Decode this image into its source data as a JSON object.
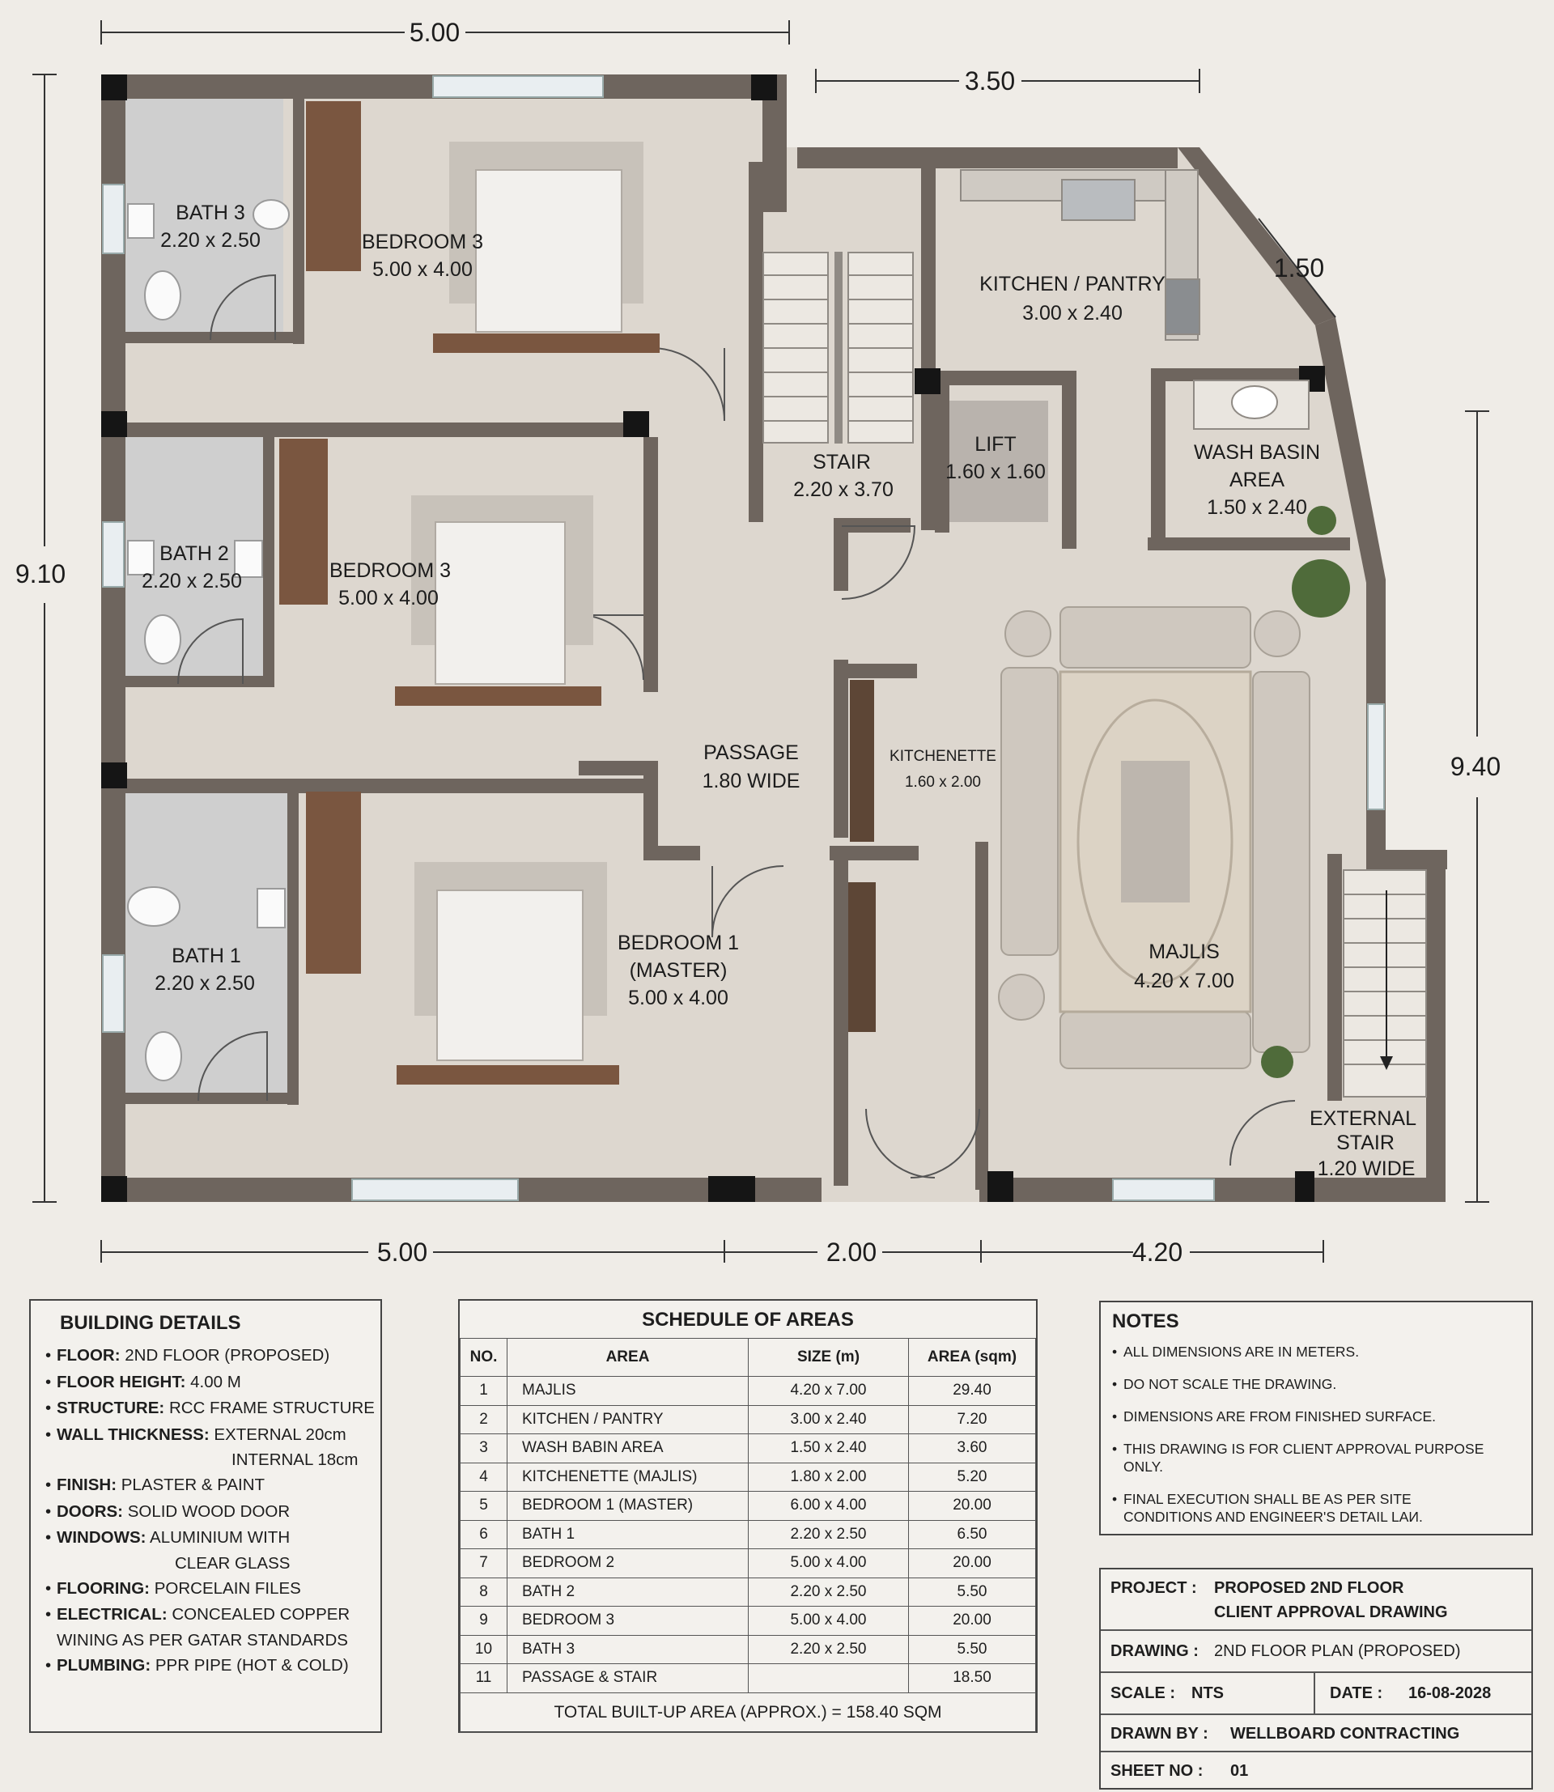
{
  "dimensions": {
    "top_left": "5.00",
    "top_right": "3.50",
    "left": "9.10",
    "right": "9.40",
    "diagonal": "1.50",
    "bottom_left": "5.00",
    "bottom_mid": "2.00",
    "bottom_right": "4.20"
  },
  "rooms": {
    "bath3": {
      "name": "BATH 3",
      "size": "2.20 x 2.50"
    },
    "bedroom3_top": {
      "name": "BEDROOM 3",
      "size": "5.00 x 4.00"
    },
    "stair": {
      "name": "STAIR",
      "size": "2.20 x 3.70"
    },
    "kitchen": {
      "name": "KITCHEN / PANTRY",
      "size": "3.00 x 2.40"
    },
    "lift": {
      "name": "LIFT",
      "size": "1.60 x 1.60"
    },
    "wash": {
      "name1": "WASH BASIN",
      "name2": "AREA",
      "size": "1.50 x 2.40"
    },
    "bath2": {
      "name": "BATH 2",
      "size": "2.20 x 2.50"
    },
    "bedroom3_mid": {
      "name": "BEDROOM 3",
      "size": "5.00 x 4.00"
    },
    "passage": {
      "name": "PASSAGE",
      "size": "1.80 WIDE"
    },
    "kitchenette": {
      "name": "KITCHENETTE",
      "size": "1.60 x 2.00"
    },
    "bath1": {
      "name": "BATH 1",
      "size": "2.20 x 2.50"
    },
    "bedroom1": {
      "name1": "BEDROOM 1",
      "name2": "(MASTER)",
      "size": "5.00 x 4.00"
    },
    "majlis": {
      "name": "MAJLIS",
      "size": "4.20 x 7.00"
    },
    "ext_stair": {
      "name1": "EXTERNAL",
      "name2": "STAIR",
      "size": "1.20 WIDE"
    }
  },
  "building": {
    "title": "BUILDING DETAILS",
    "items": [
      {
        "label": "FLOOR:",
        "value": "2ND FLOOR (PROPOSED)"
      },
      {
        "label": "FLOOR HEIGHT:",
        "value": "4.00 M"
      },
      {
        "label": "STRUCTURE:",
        "value": "RCC FRAME STRUCTURE"
      },
      {
        "label": "WALL THICKNESS:",
        "value": "EXTERNAL 20cm",
        "cont": "INTERNAL 18cm"
      },
      {
        "label": "FINISH:",
        "value": "PLASTER & PAINT"
      },
      {
        "label": "DOORS:",
        "value": "SOLID WOOD DOOR"
      },
      {
        "label": "WINDOWS:",
        "value": "ALUMINIUM WITH",
        "cont": "CLEAR GLASS"
      },
      {
        "label": "FLOORING:",
        "value": "PORCELAIN FILES"
      },
      {
        "label": "ELECTRICAL:",
        "value": "CONCEALED COPPER",
        "cont": "WINING AS PER GATAR STANDARDS"
      },
      {
        "label": "PLUMBING:",
        "value": "PPR PIPE (HOT & COLD)"
      }
    ]
  },
  "schedule": {
    "title": "SCHEDULE OF AREAS",
    "headers": [
      "NO.",
      "AREA",
      "SIZE (m)",
      "AREA (sqm)"
    ],
    "rows": [
      [
        "1",
        "MAJLIS",
        "4.20 x 7.00",
        "29.40"
      ],
      [
        "2",
        "KITCHEN / PANTRY",
        "3.00 x 2.40",
        "7.20"
      ],
      [
        "3",
        "WASH BABIN AREA",
        "1.50 x 2.40",
        "3.60"
      ],
      [
        "4",
        "KITCHENETTE (MAJLIS)",
        "1.80 x 2.00",
        "5.20"
      ],
      [
        "5",
        "BEDROOM 1 (MASTER)",
        "6.00 x 4.00",
        "20.00"
      ],
      [
        "6",
        "BATH 1",
        "2.20 x 2.50",
        "6.50"
      ],
      [
        "7",
        "BEDROOM 2",
        "5.00 x 4.00",
        "20.00"
      ],
      [
        "8",
        "BATH 2",
        "2.20 x 2.50",
        "5.50"
      ],
      [
        "9",
        "BEDROOM 3",
        "5.00 x 4.00",
        "20.00"
      ],
      [
        "10",
        "BATH 3",
        "2.20 x 2.50",
        "5.50"
      ],
      [
        "11",
        "PASSAGE & STAIR",
        "",
        "18.50"
      ]
    ],
    "total": "TOTAL BUILT-UP AREA (APPROX.) = 158.40 SQM"
  },
  "notes": {
    "title": "NOTES",
    "items": [
      "ALL DIMENSIONS ARE IN METERS.",
      "DO NOT SCALE THE DRAWING.",
      "DIMENSIONS ARE FROM FINISHED SURFACE.",
      "THIS DRAWING IS FOR CLIENT APPROVAL PURPOSE ONLY.",
      "FINAL EXECUTION SHALL BE AS PER SITE CONDITIONS AND ENGINEER'S DETAIL LAИ."
    ]
  },
  "titleblock": {
    "project_label": "PROJECT :",
    "project_line1": "PROPOSED 2ND FLOOR",
    "project_line2": "CLIENT APPROVAL DRAWING",
    "drawing_label": "DRAWING :",
    "drawing_value": "2ND FLOOR PLAN (PROPOSED)",
    "scale_label": "SCALE :",
    "scale_value": "NTS",
    "date_label": "DATE :",
    "date_value": "16-08-2028",
    "drawn_label": "DRAWN BY :",
    "drawn_value": "WELLBOARD CONTRACTING",
    "sheet_label": "SHEET NO :",
    "sheet_value": "01"
  },
  "colors": {
    "wall": "#6e655e",
    "floor": "#ddd7cf",
    "wood": "#7a5640",
    "fabric": "#cfc8bf"
  }
}
